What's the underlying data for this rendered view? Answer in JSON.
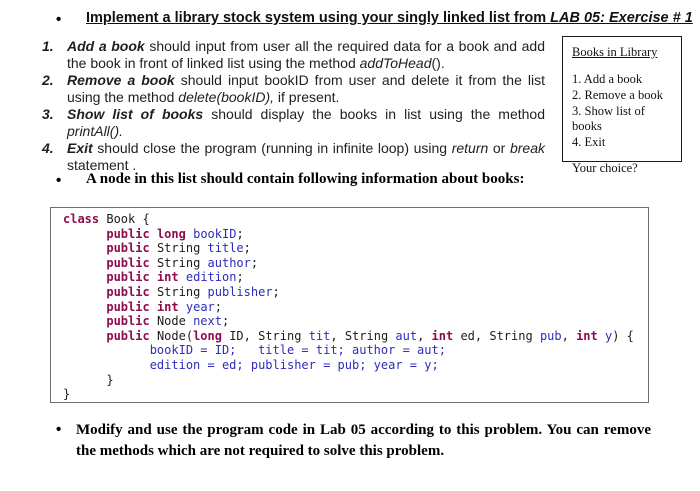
{
  "header": {
    "bullet": "•",
    "text_main": "Implement a library stock system using your singly linked list from ",
    "text_ref": "LAB 05: Exercise # 1"
  },
  "tasks": [
    {
      "number": "1.",
      "segments": [
        {
          "t": "Add a book",
          "s": "bi"
        },
        {
          "t": " should input from user all the required data for a book and add the book in front of linked list using the method ",
          "s": ""
        },
        {
          "t": "addToHead",
          "s": "i"
        },
        {
          "t": "().",
          "s": ""
        }
      ]
    },
    {
      "number": "2.",
      "segments": [
        {
          "t": "Remove a book",
          "s": "bi"
        },
        {
          "t": " should input bookID from user and delete it from the list using the method ",
          "s": ""
        },
        {
          "t": "delete(bookID),",
          "s": "i"
        },
        {
          "t": " if present.",
          "s": ""
        }
      ]
    },
    {
      "number": "3.",
      "segments": [
        {
          "t": "Show list of books",
          "s": "bi"
        },
        {
          "t": " should display the books in list using the method ",
          "s": ""
        },
        {
          "t": "printAll().",
          "s": "i"
        }
      ]
    },
    {
      "number": "4.",
      "segments": [
        {
          "t": "Exit",
          "s": "bi"
        },
        {
          "t": " should close the program (running in infinite loop) using ",
          "s": ""
        },
        {
          "t": "return",
          "s": "i"
        },
        {
          "t": " or ",
          "s": ""
        },
        {
          "t": "break",
          "s": "i"
        },
        {
          "t": " statement .",
          "s": ""
        }
      ]
    }
  ],
  "menu": {
    "title": "Books in Library",
    "items": [
      "1. Add a book",
      "2. Remove a book",
      "3. Show list of books",
      "4. Exit"
    ],
    "prompt": "Your choice?"
  },
  "node_bullet": {
    "bullet": "•",
    "text": "A node in this list should contain following information about books:"
  },
  "code": {
    "colors": {
      "keyword": "#8e0c4e",
      "identifier": "#2d2db8",
      "plain": "#1c1c1c"
    },
    "lines": [
      [
        {
          "c": "k",
          "t": "class"
        },
        {
          "c": "p",
          "t": " Book {"
        }
      ],
      [
        {
          "c": "p",
          "t": "      "
        },
        {
          "c": "k",
          "t": "public"
        },
        {
          "c": "p",
          "t": " "
        },
        {
          "c": "k",
          "t": "long"
        },
        {
          "c": "p",
          "t": " "
        },
        {
          "c": "b",
          "t": "bookID"
        },
        {
          "c": "p",
          "t": ";"
        }
      ],
      [
        {
          "c": "p",
          "t": "      "
        },
        {
          "c": "k",
          "t": "public"
        },
        {
          "c": "p",
          "t": " String "
        },
        {
          "c": "b",
          "t": "title"
        },
        {
          "c": "p",
          "t": ";"
        }
      ],
      [
        {
          "c": "p",
          "t": "      "
        },
        {
          "c": "k",
          "t": "public"
        },
        {
          "c": "p",
          "t": " String "
        },
        {
          "c": "b",
          "t": "author"
        },
        {
          "c": "p",
          "t": ";"
        }
      ],
      [
        {
          "c": "p",
          "t": "      "
        },
        {
          "c": "k",
          "t": "public"
        },
        {
          "c": "p",
          "t": " "
        },
        {
          "c": "k",
          "t": "int"
        },
        {
          "c": "p",
          "t": " "
        },
        {
          "c": "b",
          "t": "edition"
        },
        {
          "c": "p",
          "t": ";"
        }
      ],
      [
        {
          "c": "p",
          "t": "      "
        },
        {
          "c": "k",
          "t": "public"
        },
        {
          "c": "p",
          "t": " String "
        },
        {
          "c": "b",
          "t": "publisher"
        },
        {
          "c": "p",
          "t": ";"
        }
      ],
      [
        {
          "c": "p",
          "t": "      "
        },
        {
          "c": "k",
          "t": "public"
        },
        {
          "c": "p",
          "t": " "
        },
        {
          "c": "k",
          "t": "int"
        },
        {
          "c": "p",
          "t": " "
        },
        {
          "c": "b",
          "t": "year"
        },
        {
          "c": "p",
          "t": ";"
        }
      ],
      [
        {
          "c": "p",
          "t": "      "
        },
        {
          "c": "k",
          "t": "public"
        },
        {
          "c": "p",
          "t": " Node "
        },
        {
          "c": "b",
          "t": "next"
        },
        {
          "c": "p",
          "t": ";"
        }
      ],
      [
        {
          "c": "p",
          "t": "      "
        },
        {
          "c": "k",
          "t": "public"
        },
        {
          "c": "p",
          "t": " Node("
        },
        {
          "c": "k",
          "t": "long"
        },
        {
          "c": "p",
          "t": " ID, String "
        },
        {
          "c": "b",
          "t": "tit"
        },
        {
          "c": "p",
          "t": ", String "
        },
        {
          "c": "b",
          "t": "aut"
        },
        {
          "c": "p",
          "t": ", "
        },
        {
          "c": "k",
          "t": "int"
        },
        {
          "c": "p",
          "t": " ed, String "
        },
        {
          "c": "b",
          "t": "pub"
        },
        {
          "c": "p",
          "t": ", "
        },
        {
          "c": "k",
          "t": "int"
        },
        {
          "c": "p",
          "t": " "
        },
        {
          "c": "b",
          "t": "y"
        },
        {
          "c": "p",
          "t": ") {"
        }
      ],
      [
        {
          "c": "p",
          "t": "            "
        },
        {
          "c": "b",
          "t": "bookID = ID;   title = tit; author = aut;"
        }
      ],
      [
        {
          "c": "p",
          "t": "            "
        },
        {
          "c": "b",
          "t": "edition = ed; publisher = pub; year = y;"
        }
      ],
      [
        {
          "c": "p",
          "t": "      }"
        }
      ],
      [
        {
          "c": "p",
          "t": "}"
        }
      ]
    ]
  },
  "footer": {
    "bullet": "•",
    "text": "Modify and use the program code in Lab 05 according to this problem. You can remove the methods which are not required to solve this problem."
  }
}
